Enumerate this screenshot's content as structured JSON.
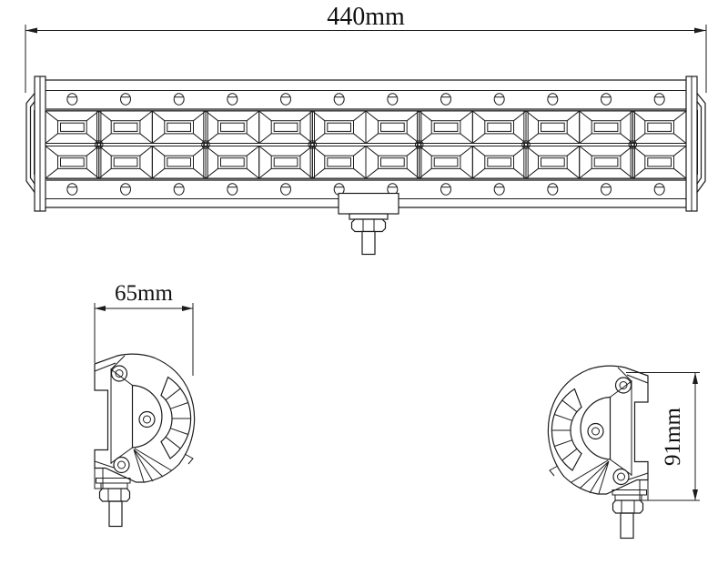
{
  "title": "LED light bar technical drawing",
  "colors": {
    "line": "#1c1c1c",
    "retainer_gray": "#6e6e6e",
    "background": "#ffffff",
    "text": "#111111"
  },
  "front_view": {
    "name": "front elevation of LED light bar",
    "dimension_label": "440mm",
    "led_columns": 12,
    "led_rows": 2,
    "top_screws": 12,
    "bottom_screws": 12,
    "seam_screws": 6
  },
  "side_view_left": {
    "name": "left end profile",
    "dimension_label": "65mm",
    "screws": 3
  },
  "side_view_right": {
    "name": "right end profile",
    "dimension_label": "91mm",
    "screws": 3
  }
}
